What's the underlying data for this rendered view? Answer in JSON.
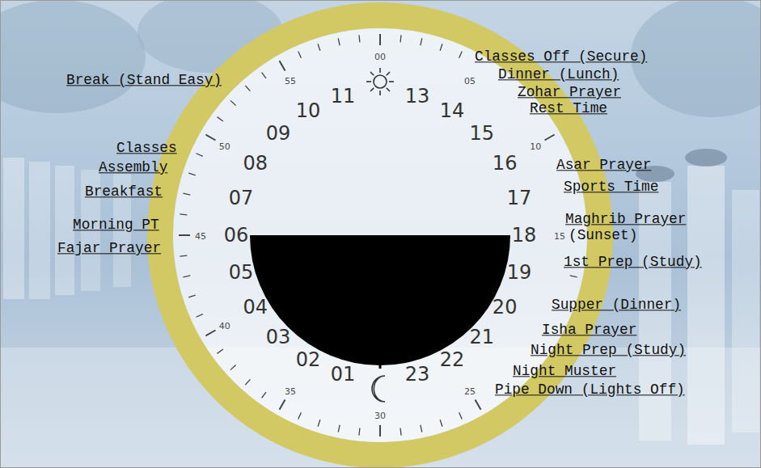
{
  "diagram": {
    "nodes": [
      {
        "text": [
          "01",
          "02",
          "03",
          "04",
          "05",
          "06",
          "07",
          "08",
          "09",
          "10",
          "11",
          "13",
          "14",
          "15",
          "16",
          "17",
          "18",
          "19",
          "20",
          "21",
          "22",
          "23",
          "00",
          "05",
          "10",
          "15",
          "25",
          "30",
          "35",
          "40",
          "45",
          "50",
          "55"
        ]
      }
    ],
    "labels": [
      "Break (Stand Easy)",
      "Classes",
      "Assembly",
      "Breakfast",
      "Morning PT",
      "Fajar Prayer",
      "Classes Off (Secure)",
      "Dinner (Lunch)",
      "Zohar Prayer",
      "Rest Time",
      "Asar Prayer",
      "Sports Time",
      "Maghrib Prayer",
      "(Sunset)",
      "1st Prep (Study)",
      "Supper (Dinner)",
      "Isha Prayer",
      "Night Prep (Study)",
      "Night Muster",
      "Pipe Down (Lights Off)"
    ]
  }
}
